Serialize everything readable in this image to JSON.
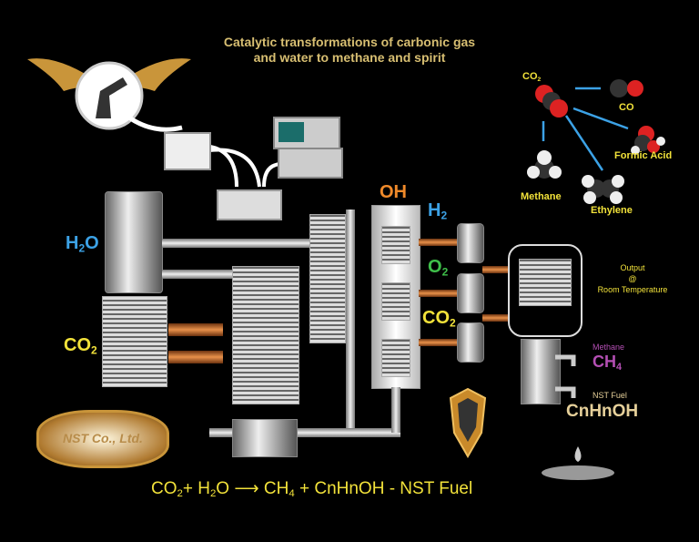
{
  "title": {
    "line1": "Catalytic transformations of carbonic gas",
    "line2": "and water to methane and spirit"
  },
  "inputs": {
    "h2o": {
      "main": "H",
      "sub": "2",
      "end": "O"
    },
    "co2": {
      "main": "CO",
      "sub": "2"
    }
  },
  "reactor": {
    "oh": "OH",
    "h2": {
      "main": "H",
      "sub": "2"
    },
    "o2": {
      "main": "O",
      "sub": "2"
    },
    "co2": {
      "main": "CO",
      "sub": "2"
    }
  },
  "molecules": {
    "co2": {
      "main": "CO",
      "sub": "2"
    },
    "co": "CO",
    "formic_acid": "Formic Acid",
    "methane": "Methane",
    "ethylene": "Ethylene"
  },
  "output": {
    "line1": "Output",
    "line2": "@",
    "line3": "Room Temperature"
  },
  "products": {
    "methane_label": "Methane",
    "ch4": {
      "main": "CH",
      "sub": "4"
    },
    "fuel_label": "NST Fuel",
    "fuel_formula": "CnHnOH"
  },
  "equation": {
    "co": "CO",
    "s1": "2",
    "plus1": "+ H",
    "s2": "2",
    "o": "O",
    "arrow": "⟶",
    "ch": "CH",
    "s3": "4",
    "rest": "+ CnHnOH - NST Fuel"
  },
  "logo": {
    "text": "NST Co., Ltd."
  },
  "colors": {
    "gold": "#d8bf72",
    "yellow": "#f2e23a",
    "blue": "#3ca2e6",
    "orange": "#f08a2a",
    "green": "#3fc04a",
    "magenta": "#b44fb4",
    "tan": "#e6d09a"
  }
}
